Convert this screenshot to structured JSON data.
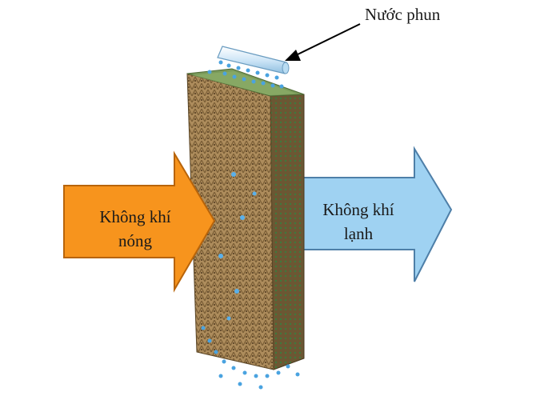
{
  "labels": {
    "spray": "Nước phun",
    "hot_line1": "Không khí",
    "hot_line2": "nóng",
    "cold_line1": "Không khí",
    "cold_line2": "lạnh"
  },
  "caption": "",
  "colors": {
    "hot_arrow": "#f7941d",
    "cold_arrow": "#9fd2f2",
    "pad_face": "#a8875a",
    "pad_side": "#6f5a38",
    "pad_top": "#7a9a5a",
    "water": "#4aa3e0",
    "nozzle_pipe": "#cfe6f7"
  }
}
